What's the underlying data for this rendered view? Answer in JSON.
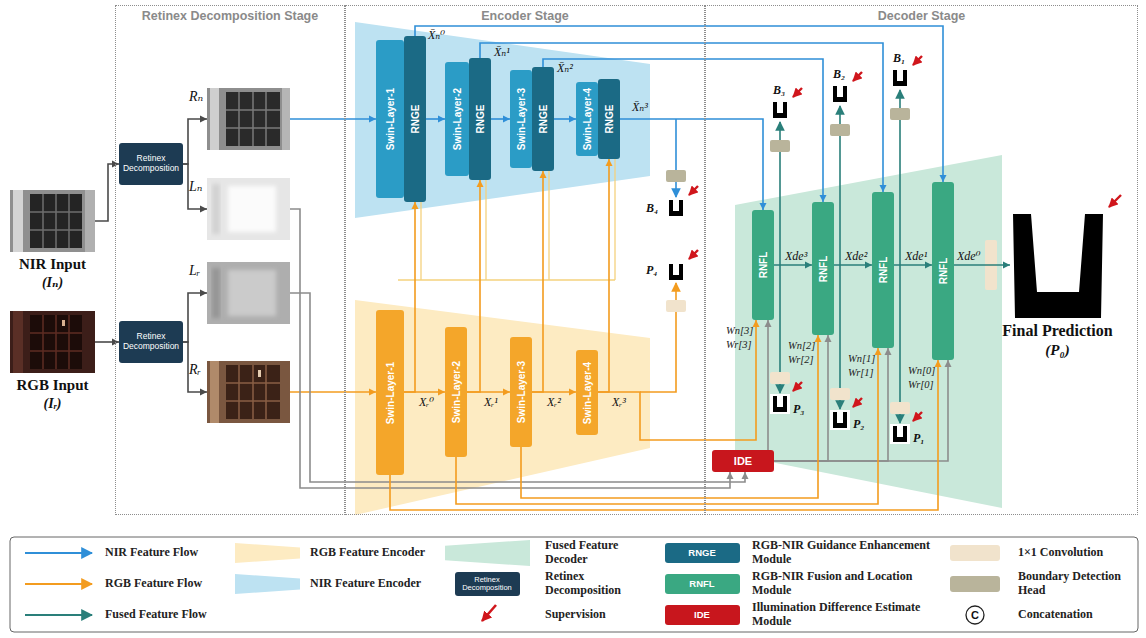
{
  "diagram": {
    "nodes": [
      {
        "text": [
          "Retinex Decomposition Stage"
        ]
      },
      {
        "text": [
          "Encoder Stage"
        ]
      },
      {
        "text": [
          "Decoder Stage"
        ]
      },
      {
        "text": [
          "NIR Input",
          "(Iₙ)"
        ]
      },
      {
        "text": [
          "RGB Input",
          "(Iᵣ)"
        ]
      },
      {
        "text": [
          "Retinex Decomposition"
        ],
        "in": 0
      },
      {
        "text": [
          "Retinex Decomposition"
        ],
        "in": 0
      },
      {
        "text": [
          "Rₙ"
        ],
        "in": 0
      },
      {
        "text": [
          "Lₙ"
        ],
        "in": 0
      },
      {
        "text": [
          "Lᵣ"
        ],
        "in": 0
      },
      {
        "text": [
          "Rᵣ"
        ],
        "in": 0
      },
      {
        "text": [
          "Swin-Layer-1"
        ],
        "in": 1
      },
      {
        "text": [
          "RNGE"
        ],
        "in": 1
      },
      {
        "text": [
          "Swin-Layer-2"
        ],
        "in": 1
      },
      {
        "text": [
          "RNGE"
        ],
        "in": 1
      },
      {
        "text": [
          "Swin-Layer-3"
        ],
        "in": 1
      },
      {
        "text": [
          "RNGE"
        ],
        "in": 1
      },
      {
        "text": [
          "Swin-Layer-4"
        ],
        "in": 1
      },
      {
        "text": [
          "RNGE"
        ],
        "in": 1
      },
      {
        "text": [
          "Swin-Layer-1"
        ],
        "in": 1
      },
      {
        "text": [
          "Swin-Layer-2"
        ],
        "in": 1
      },
      {
        "text": [
          "Swin-Layer-3"
        ],
        "in": 1
      },
      {
        "text": [
          "Swin-Layer-4"
        ],
        "in": 1
      },
      {
        "text": [
          "IDE"
        ],
        "in": 2
      },
      {
        "text": [
          "RNFL"
        ],
        "in": 2
      },
      {
        "text": [
          "RNFL"
        ],
        "in": 2
      },
      {
        "text": [
          "RNFL"
        ],
        "in": 2
      },
      {
        "text": [
          "RNFL"
        ],
        "in": 2
      },
      {
        "text": [
          "Final Prediction",
          "(P₀)"
        ],
        "in": 2
      }
    ],
    "edges": [
      {
        "from": 3,
        "to": 5,
        "arrow": "to"
      },
      {
        "from": 4,
        "to": 6,
        "arrow": "to"
      },
      {
        "from": 5,
        "to": 7,
        "arrow": "to"
      },
      {
        "from": 5,
        "to": 8,
        "arrow": "to"
      },
      {
        "from": 6,
        "to": 9,
        "arrow": "to"
      },
      {
        "from": 6,
        "to": 10,
        "arrow": "to"
      },
      {
        "from": 7,
        "to": 11,
        "arrow": "to"
      },
      {
        "from": 12,
        "to": 13,
        "arrow": "to"
      },
      {
        "from": 14,
        "to": 15,
        "arrow": "to"
      },
      {
        "from": 16,
        "to": 17,
        "arrow": "to"
      },
      {
        "from": 10,
        "to": 19,
        "arrow": "to"
      },
      {
        "from": 19,
        "to": 20,
        "arrow": "to",
        "label": "Xᵣ⁰"
      },
      {
        "from": 20,
        "to": 21,
        "arrow": "to",
        "label": "Xᵣ¹"
      },
      {
        "from": 21,
        "to": 22,
        "arrow": "to",
        "label": "Xᵣ²"
      },
      {
        "from": 19,
        "to": 12,
        "arrow": "to"
      },
      {
        "from": 20,
        "to": 14,
        "arrow": "to"
      },
      {
        "from": 21,
        "to": 16,
        "arrow": "to"
      },
      {
        "from": 22,
        "to": 18,
        "arrow": "to"
      },
      {
        "from": 8,
        "to": 23,
        "arrow": "to"
      },
      {
        "from": 9,
        "to": 23,
        "arrow": "to"
      },
      {
        "from": 23,
        "to": 24,
        "arrow": "to"
      },
      {
        "from": 23,
        "to": 25,
        "arrow": "to"
      },
      {
        "from": 23,
        "to": 26,
        "arrow": "to"
      },
      {
        "from": 23,
        "to": 27,
        "arrow": "to"
      },
      {
        "from": 18,
        "to": 24,
        "arrow": "to",
        "label": "X̄ₙ³"
      },
      {
        "from": 16,
        "to": 25,
        "arrow": "to",
        "label": "X̄ₙ²"
      },
      {
        "from": 14,
        "to": 26,
        "arrow": "to",
        "label": "X̄ₙ¹"
      },
      {
        "from": 12,
        "to": 27,
        "arrow": "to",
        "label": "X̄ₙ⁰"
      },
      {
        "from": 22,
        "to": 24,
        "arrow": "to",
        "label": "Xᵣ³"
      },
      {
        "from": 21,
        "to": 25,
        "arrow": "to"
      },
      {
        "from": 20,
        "to": 26,
        "arrow": "to"
      },
      {
        "from": 19,
        "to": 27,
        "arrow": "to"
      },
      {
        "from": 24,
        "to": 25,
        "arrow": "to",
        "label": "Xde³"
      },
      {
        "from": 25,
        "to": 26,
        "arrow": "to",
        "label": "Xde²"
      },
      {
        "from": 26,
        "to": 27,
        "arrow": "to",
        "label": "Xde¹"
      },
      {
        "from": 27,
        "to": 28,
        "arrow": "to",
        "label": "Xde⁰"
      }
    ],
    "labels": [
      "B₃",
      "B₂",
      "B₁",
      "B₄",
      "P₄",
      "Wn[3]",
      "Wr[3]",
      "Wn[2]",
      "Wr[2]",
      "Wn[1]",
      "Wr[1]",
      "Wn[0]",
      "Wr[0]",
      "P₃",
      "P₂",
      "P₁",
      "RNGE",
      "Retinex Decomposition",
      "RNFL",
      "IDE",
      "C"
    ],
    "legend": [
      {
        "text": "NIR Feature Flow"
      },
      {
        "text": "RGB Feature Encoder",
        "color": "#fdebc2"
      },
      {
        "text": "Fused Feature Decoder",
        "color": "#c9e8da"
      },
      {
        "text": "RGB-NIR Guidance Enhancement Module",
        "color": "#1b6a85"
      },
      {
        "text": "1×1 Convolution",
        "color": "#f1e3cc"
      },
      {
        "text": "RGB Feature Flow"
      },
      {
        "text": "NIR Feature Encoder",
        "color": "#bde2f2"
      },
      {
        "text": "Retinex Decomposition",
        "color": "#1d3b53"
      },
      {
        "text": "RGB-NIR Fusion and Location Module",
        "color": "#3aa882"
      },
      {
        "text": "Boundary Detection Head",
        "color": "#b9b49b"
      },
      {
        "text": "Fused Feature Flow"
      },
      {
        "text": "Supervision"
      },
      {
        "text": "Illumination Difference Estimate Module",
        "color": "#c8161d"
      },
      {
        "text": "Concatenation"
      }
    ]
  }
}
